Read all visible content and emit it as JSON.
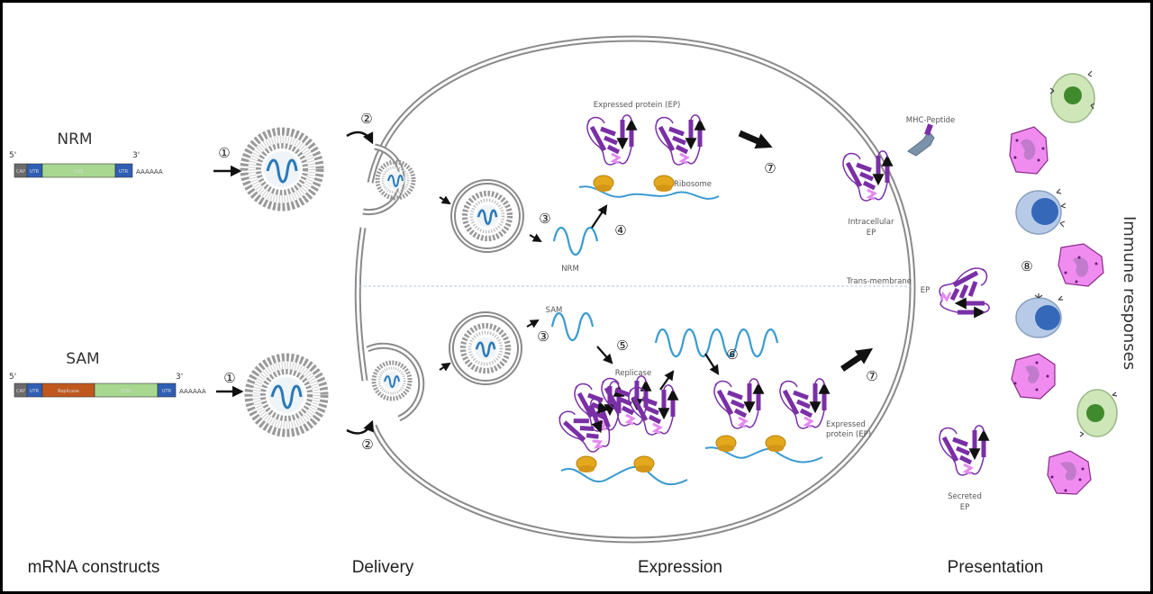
{
  "constructs": {
    "nrm": {
      "title": "NRM",
      "five_prime": "5'",
      "three_prime": "3'",
      "poly_a": "AAAAAA",
      "segments": [
        {
          "label": "CAP",
          "color": "#6b6b6b"
        },
        {
          "label": "UTR",
          "color": "#2f5fb5"
        },
        {
          "label": "CDS",
          "color": "#a8d890"
        },
        {
          "label": "UTR",
          "color": "#2f5fb5"
        }
      ]
    },
    "sam": {
      "title": "SAM",
      "five_prime": "5'",
      "three_prime": "3'",
      "poly_a": "AAAAAA",
      "segments": [
        {
          "label": "CAP",
          "color": "#6b6b6b"
        },
        {
          "label": "UTR",
          "color": "#2f5fb5"
        },
        {
          "label": "Replicase",
          "color": "#c0581e"
        },
        {
          "label": "CDS",
          "color": "#a8d890"
        },
        {
          "label": "UTR",
          "color": "#2f5fb5"
        }
      ]
    }
  },
  "steps": {
    "s1": "①",
    "s2": "②",
    "s3": "③",
    "s4": "④",
    "s5": "⑤",
    "s6": "⑥",
    "s7": "⑦",
    "s8": "⑧"
  },
  "labels": {
    "expressed_protein_top": "Expressed protein (EP)",
    "ribosome": "Ribosome",
    "nrm_strand": "NRM",
    "sam_strand": "SAM",
    "replicase": "Replicase",
    "expressed_protein_bottom_1": "Expressed",
    "expressed_protein_bottom_2": "protein (EP)",
    "mhc_peptide": "MHC-Peptide",
    "intracellular_1": "Intracellular",
    "intracellular_2": "EP",
    "transmembrane_1": "Trans-membrane",
    "transmembrane_2": "EP",
    "secreted_1": "Secreted",
    "secreted_2": "EP",
    "immune_responses": "Immune responses"
  },
  "stages": {
    "constructs": "mRNA constructs",
    "delivery": "Delivery",
    "expression": "Expression",
    "presentation": "Presentation"
  },
  "colors": {
    "rna": "#3a9bd0",
    "protein": "#7a2fa6",
    "protein_light": "#e48af0",
    "ribosome": "#e3a81c",
    "membrane": "#8a8a8a",
    "t_cell": "#cfe7b8",
    "t_cell_nucleus": "#3f8a2c",
    "b_cell": "#b7cbe8",
    "b_cell_nucleus": "#3568b8",
    "granulocyte": "#f08cf0",
    "granulocyte_nucleus": "#c27bcc",
    "mhc": "#7a93aa"
  }
}
